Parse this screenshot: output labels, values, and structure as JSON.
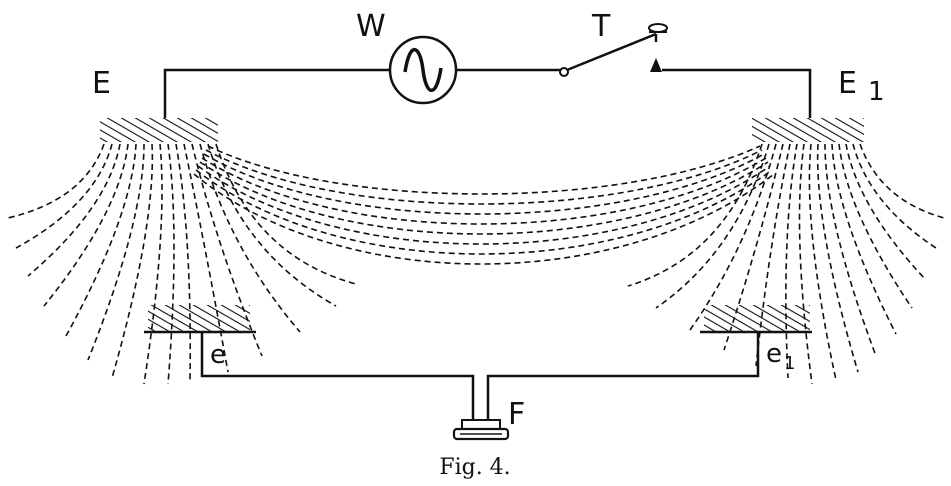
{
  "labels": {
    "electrode_left": "E",
    "electrode_right": "E",
    "electrode_right_sub": "1",
    "plate_left": "e",
    "plate_right": "e",
    "plate_right_sub": "1",
    "generator": "W",
    "key": "T",
    "receiver": "F",
    "caption": "Fig. 4."
  },
  "icons": {
    "generator": "sine-wave-generator-icon",
    "key": "telegraph-key-icon",
    "receiver": "telephone-receiver-icon"
  }
}
